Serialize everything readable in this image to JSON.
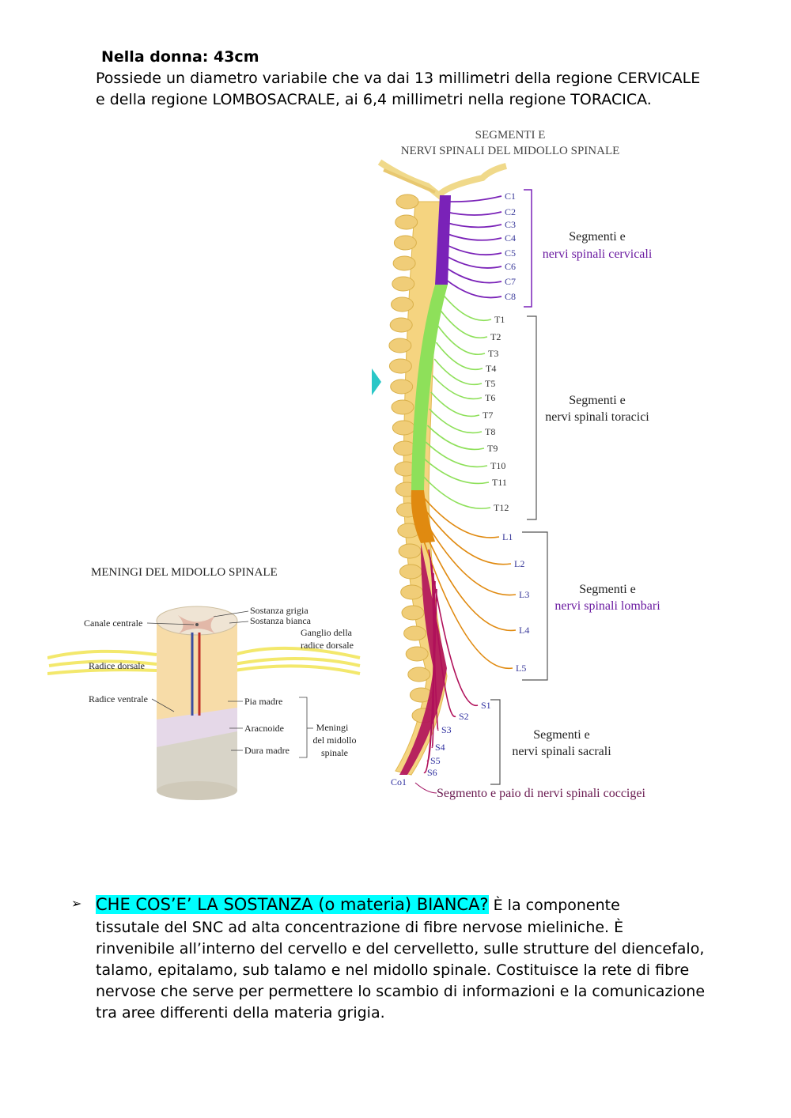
{
  "intro": {
    "female_length": "Nella donna: 43cm",
    "diameter_line1": "Possiede un diametro variabile che va dai 13 millimetri della regione CERVICALE",
    "diameter_line2": "e della regione LOMBOSACRALE, ai 6,4 millimetri nella regione TORACICA."
  },
  "spine_figure": {
    "title_line1": "SEGMENTI E",
    "title_line2": "NERVI SPINALI DEL MIDOLLO SPINALE",
    "cervical": {
      "segments": [
        "C1",
        "C2",
        "C3",
        "C4",
        "C5",
        "C6",
        "C7",
        "C8"
      ],
      "label_line1": "Segmenti e",
      "label_line2": "nervi spinali cervicali",
      "color": "#7a22b8"
    },
    "thoracic": {
      "segments": [
        "T1",
        "T2",
        "T3",
        "T4",
        "T5",
        "T6",
        "T7",
        "T8",
        "T9",
        "T10",
        "T11",
        "T12"
      ],
      "label_line1": "Segmenti e",
      "label_line2": "nervi spinali toracici",
      "color": "#8ee05a"
    },
    "lumbar": {
      "segments": [
        "L1",
        "L2",
        "L3",
        "L4",
        "L5"
      ],
      "label_line1": "Segmenti e",
      "label_line2": "nervi spinali lombari",
      "color": "#e08a10"
    },
    "sacral": {
      "segments": [
        "S1",
        "S2",
        "S3",
        "S4",
        "S5",
        "S6"
      ],
      "label_line1": "Segmenti e",
      "label_line2": "nervi spinali sacrali",
      "color": "#b0105a"
    },
    "coccygeal": {
      "segment": "Co1",
      "label": "Segmento e paio di nervi spinali coccigei"
    }
  },
  "meninges_figure": {
    "title": "MENINGI DEL MIDOLLO SPINALE",
    "canale_centrale": "Canale centrale",
    "sostanza_grigia": "Sostanza grigia",
    "sostanza_bianca": "Sostanza bianca",
    "ganglio_line1": "Ganglio della",
    "ganglio_line2": "radice dorsale",
    "radice_dorsale": "Radice dorsale",
    "radice_ventrale": "Radice ventrale",
    "pia_madre": "Pia madre",
    "aracnoide": "Aracnoide",
    "dura_madre": "Dura madre",
    "meningi_line1": "Meningi",
    "meningi_line2": "del midollo",
    "meningi_line3": "spinale"
  },
  "white_matter": {
    "bullet": "➢",
    "question": "CHE COS’E’ LA SOSTANZA (o materia) BIANCA?",
    "line1": " È la componente",
    "line2": "tissutale del SNC ad alta concentrazione di fibre nervose mieliniche. È",
    "line3": "rinvenibile all’interno del cervello e del cervelletto, sulle strutture del diencefalo,",
    "line4": "talamo, epitalamo, sub talamo e nel midollo spinale. Costituisce la rete di fibre",
    "line5": "nervose che serve per permettere lo scambio di informazioni e la comunicazione",
    "line6": "tra aree differenti della materia grigia."
  }
}
